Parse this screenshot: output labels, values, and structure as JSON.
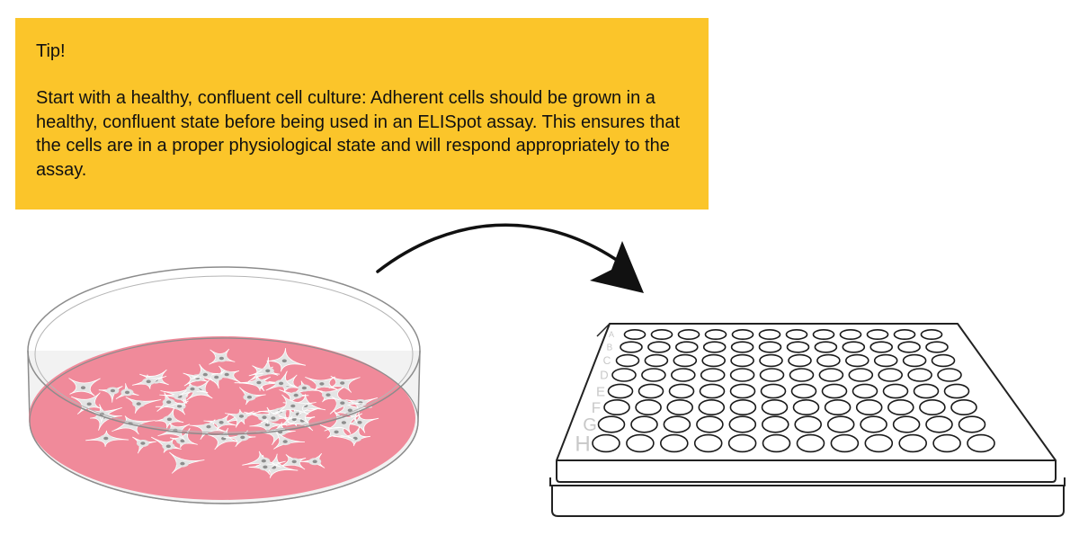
{
  "tip": {
    "title": "Tip!",
    "body": "Start with a healthy, confluent cell culture: Adherent cells should be grown in a healthy, confluent state before being used in an ELISpot assay. This ensures that the cells are in a proper physiological state and will respond appropriately to the assay."
  },
  "plate": {
    "rows": [
      "A",
      "B",
      "C",
      "D",
      "E",
      "F",
      "G",
      "H"
    ],
    "columns": 12
  },
  "colors": {
    "tip_background": "#fbc52a",
    "culture_medium": "#f08a9a",
    "cells": "#e4e4e4",
    "nuclei": "#8e8e8e",
    "outline": "#111111",
    "row_labels": "#c8c8c8"
  }
}
